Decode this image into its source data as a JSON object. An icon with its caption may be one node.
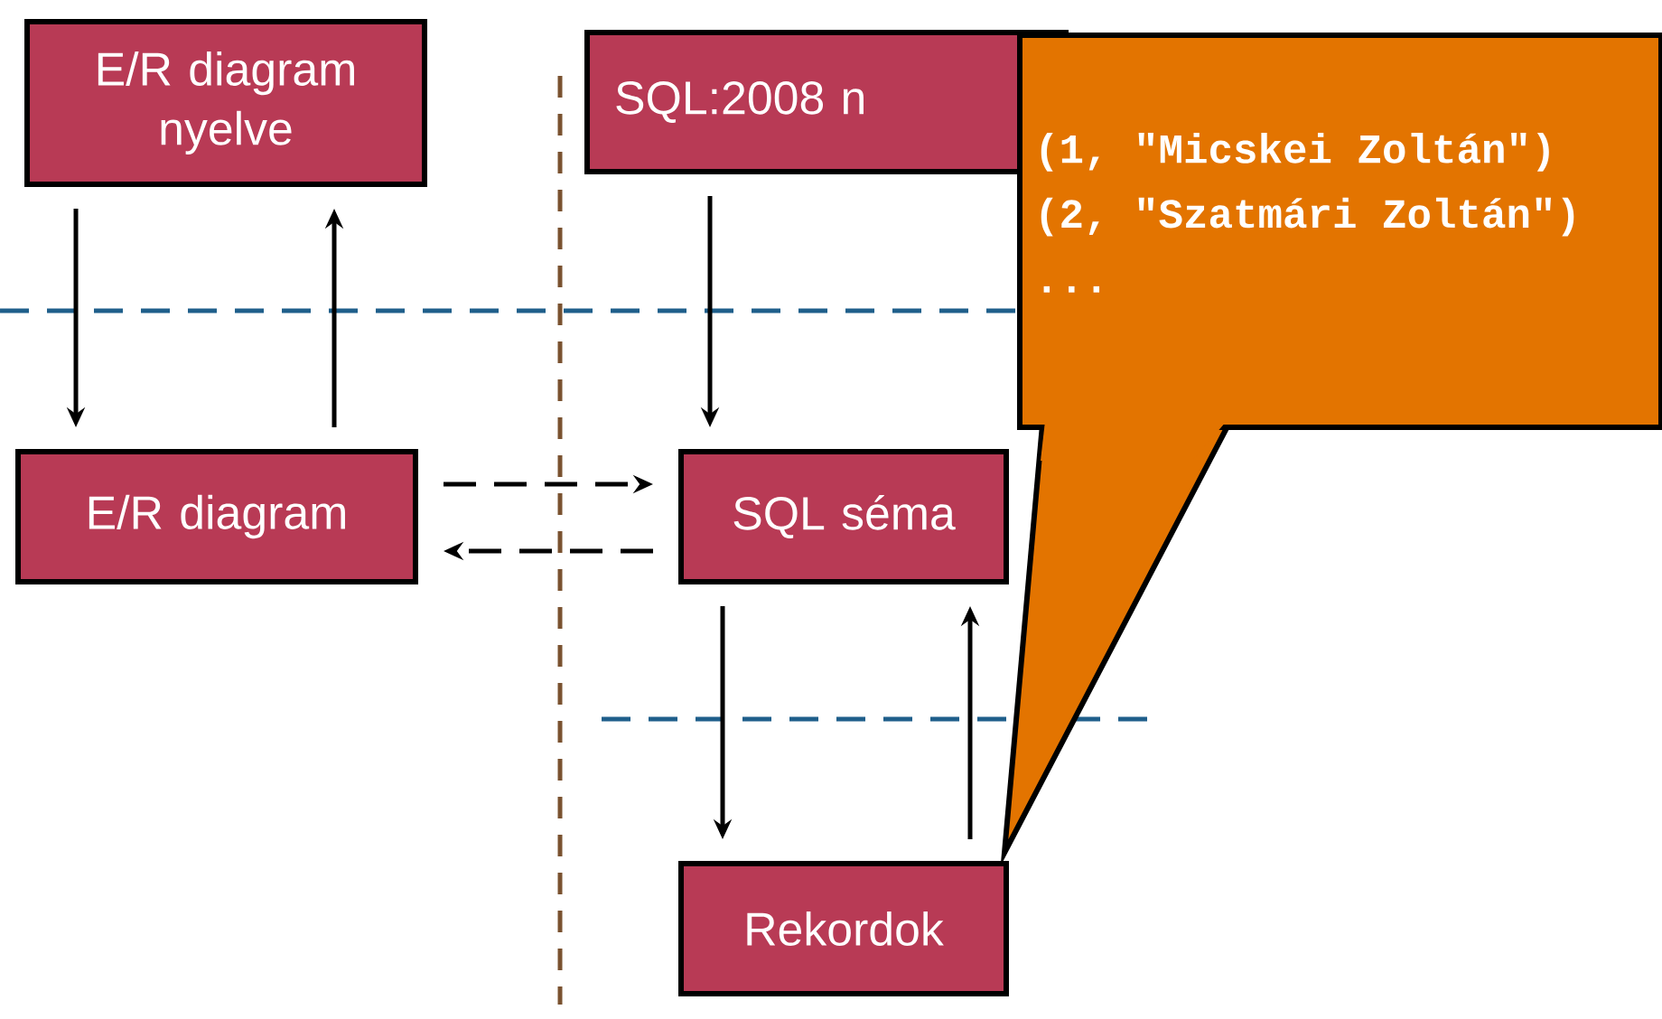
{
  "diagram": {
    "nodes": [
      {
        "text": [
          "E/R diagram nyelve"
        ]
      },
      {
        "text": [
          "E/R diagram"
        ]
      },
      {
        "text": [
          "SQL:2008 n"
        ]
      },
      {
        "text": [
          "SQL séma"
        ]
      },
      {
        "text": [
          "Rekordok"
        ]
      },
      {
        "text": [
          "(1, \"Micskei Zoltán\")",
          "(2, \"Szatmári Zoltán\")",
          "..."
        ]
      }
    ],
    "edges": [
      {
        "from": 0,
        "to": 1,
        "arrow": "to"
      },
      {
        "from": 1,
        "to": 0,
        "arrow": "to"
      },
      {
        "from": 1,
        "to": 3,
        "arrow": "to",
        "style": "dashed"
      },
      {
        "from": 3,
        "to": 1,
        "arrow": "to",
        "style": "dashed"
      },
      {
        "from": 2,
        "to": 3,
        "arrow": "to"
      },
      {
        "from": 3,
        "to": 4,
        "arrow": "to"
      },
      {
        "from": 4,
        "to": 3,
        "arrow": "to"
      }
    ]
  }
}
